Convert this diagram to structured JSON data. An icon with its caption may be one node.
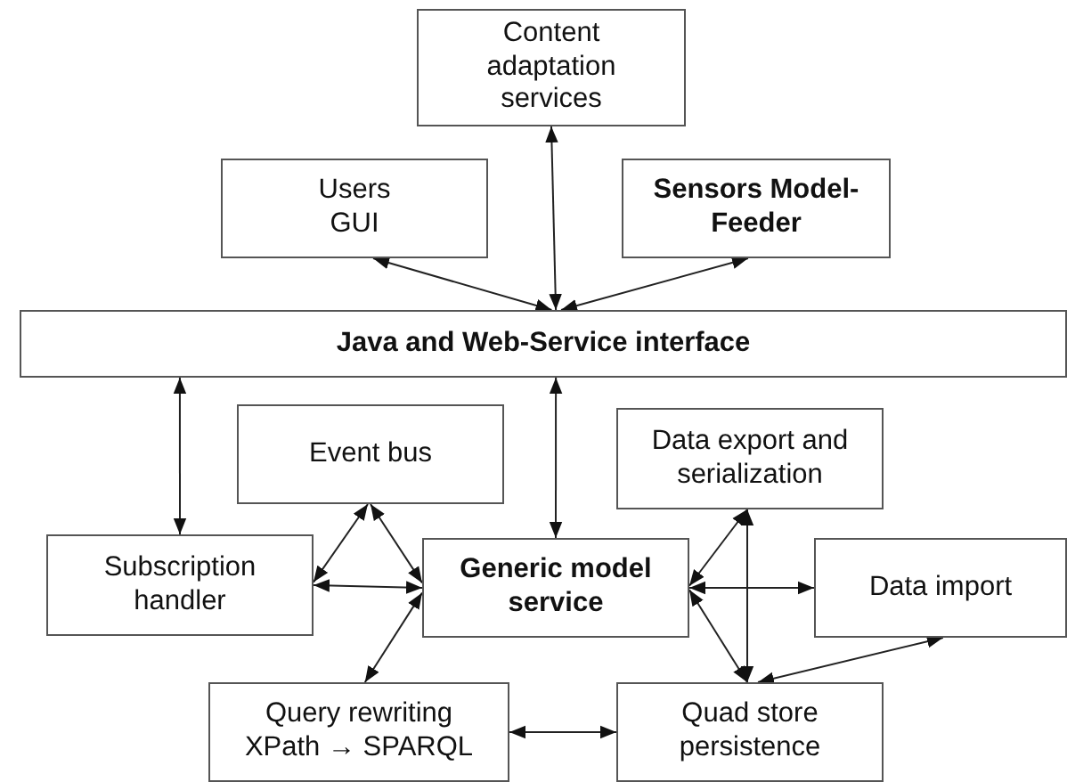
{
  "diagram": {
    "nodes": [
      {
        "text": [
          "Content adaptation services"
        ]
      },
      {
        "text": [
          "Users GUI"
        ]
      },
      {
        "text": [
          "Sensors Model-Feeder"
        ]
      },
      {
        "text": [
          "Java and Web-Service interface"
        ]
      },
      {
        "text": [
          "Event bus"
        ]
      },
      {
        "text": [
          "Data export and serialization"
        ]
      },
      {
        "text": [
          "Subscription handler"
        ]
      },
      {
        "text": [
          "Generic model service"
        ]
      },
      {
        "text": [
          "Data import"
        ]
      },
      {
        "text": [
          "Query rewriting XPath → SPARQL"
        ]
      },
      {
        "text": [
          "Quad store persistence"
        ]
      }
    ],
    "edges": [
      {
        "from": 0,
        "to": 3,
        "arrow": "both"
      },
      {
        "from": 1,
        "to": 3,
        "arrow": "both"
      },
      {
        "from": 2,
        "to": 3,
        "arrow": "both"
      },
      {
        "from": 3,
        "to": 6,
        "arrow": "both"
      },
      {
        "from": 3,
        "to": 7,
        "arrow": "both"
      },
      {
        "from": 4,
        "to": 6,
        "arrow": "both"
      },
      {
        "from": 4,
        "to": 7,
        "arrow": "both"
      },
      {
        "from": 6,
        "to": 7,
        "arrow": "both"
      },
      {
        "from": 7,
        "to": 9,
        "arrow": "both"
      },
      {
        "from": 7,
        "to": 5,
        "arrow": "both"
      },
      {
        "from": 7,
        "to": 8,
        "arrow": "both"
      },
      {
        "from": 7,
        "to": 10,
        "arrow": "both"
      },
      {
        "from": 5,
        "to": 10,
        "arrow": "both"
      },
      {
        "from": 8,
        "to": 10,
        "arrow": "both"
      },
      {
        "from": 9,
        "to": 10,
        "arrow": "both"
      }
    ]
  }
}
